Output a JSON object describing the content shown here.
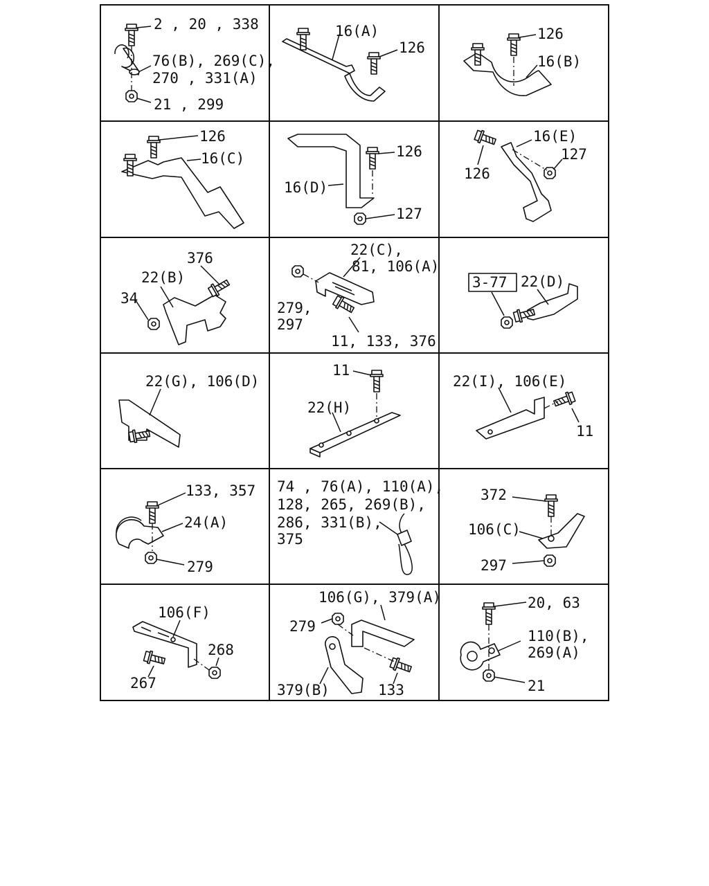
{
  "cells": [
    {
      "labels": [
        "2 , 20 , 338",
        "76(B), 269(C),",
        "270 , 331(A)",
        "21 , 299"
      ]
    },
    {
      "labels": [
        "16(A)",
        "126"
      ]
    },
    {
      "labels": [
        "126",
        "16(B)"
      ]
    },
    {
      "labels": [
        "126",
        "16(C)"
      ]
    },
    {
      "labels": [
        "126",
        "16(D)",
        "127"
      ]
    },
    {
      "labels": [
        "16(E)",
        "127",
        "126"
      ]
    },
    {
      "labels": [
        "376",
        "22(B)",
        "34"
      ]
    },
    {
      "labels": [
        "22(C),",
        "81, 106(A)",
        "279,",
        "297",
        "11, 133, 376"
      ]
    },
    {
      "labels": [
        "22(D)",
        "3-77"
      ]
    },
    {
      "labels": [
        "22(G), 106(D)"
      ]
    },
    {
      "labels": [
        "11",
        "22(H)"
      ]
    },
    {
      "labels": [
        "22(I), 106(E)",
        "11"
      ]
    },
    {
      "labels": [
        "133, 357",
        "24(A)",
        "279"
      ]
    },
    {
      "labels": [
        "74 , 76(A), 110(A),",
        "128, 265, 269(B),",
        "286, 331(B),",
        "375"
      ]
    },
    {
      "labels": [
        "372",
        "106(C)",
        "297"
      ]
    },
    {
      "labels": [
        "106(F)",
        "268",
        "267"
      ]
    },
    {
      "labels": [
        "106(G), 379(A)",
        "279",
        "379(B)",
        "133"
      ]
    },
    {
      "labels": [
        "20, 63",
        "110(B),",
        "269(A)",
        "21"
      ]
    }
  ]
}
